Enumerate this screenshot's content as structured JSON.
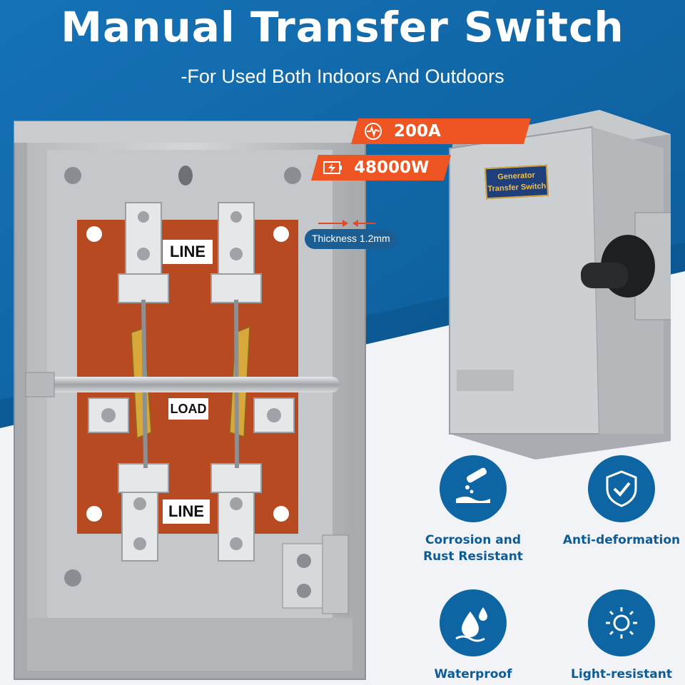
{
  "header": {
    "title": "Manual Transfer Switch",
    "subtitle": "-For Used Both Indoors And Outdoors"
  },
  "panel": {
    "line_top": "LINE",
    "load": "LOAD",
    "line_bottom": "LINE"
  },
  "specs": {
    "current": "200A",
    "power": "48000W",
    "thickness": "Thickness 1.2mm"
  },
  "product_tag": {
    "line1": "Generator",
    "line2": "Transfer Switch"
  },
  "features": [
    {
      "label": "Corrosion and Rust Resistant",
      "icon": "corrosion-icon"
    },
    {
      "label": "Anti-deformation",
      "icon": "shield-check-icon"
    },
    {
      "label": "Waterproof",
      "icon": "water-drops-icon"
    },
    {
      "label": "Light-resistant",
      "icon": "sun-icon"
    }
  ],
  "colors": {
    "brand_blue": "#0e65a3",
    "accent_orange": "#ee5522",
    "panel_board": "#b84a22"
  }
}
